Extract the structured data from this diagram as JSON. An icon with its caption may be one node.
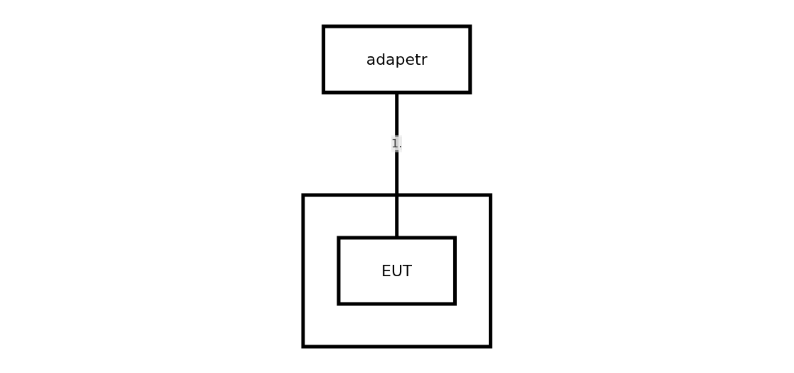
{
  "diagram": {
    "nodes": [
      {
        "text": [],
        "shape": "box"
      },
      {
        "text": [
          "adapetr"
        ]
      },
      {
        "text": [
          "EUT"
        ],
        "in": 0
      }
    ],
    "edges": [
      {
        "from": 2,
        "to": 1,
        "arrow": "none",
        "label": "1."
      }
    ]
  }
}
